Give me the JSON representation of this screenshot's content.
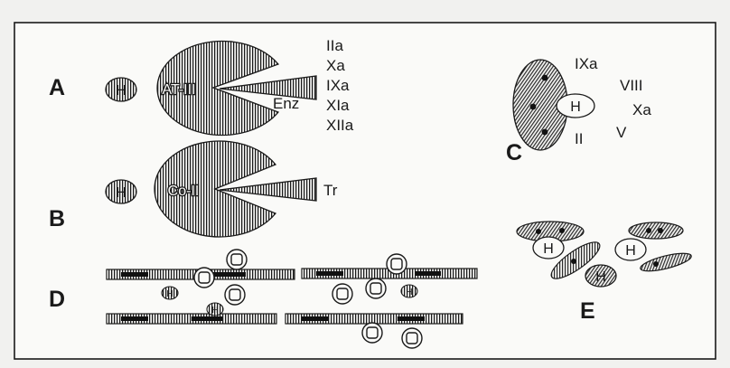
{
  "panels": {
    "A": {
      "letter": "A",
      "heparin": "H",
      "inhibitor": "AT-III",
      "wedge_label": "Enz",
      "enzymes": [
        "IIa",
        "Xa",
        "IXa",
        "XIa",
        "XIIa"
      ]
    },
    "B": {
      "letter": "B",
      "heparin": "H",
      "inhibitor": "Co-II",
      "wedge_label": "Tr"
    },
    "C": {
      "letter": "C",
      "heparin": "H",
      "factors": [
        "IXa",
        "VIII",
        "Xa",
        "V",
        "II"
      ]
    },
    "D": {
      "letter": "D",
      "small_marker": "H"
    },
    "E": {
      "letter": "E",
      "heparin": "H"
    }
  },
  "colors": {
    "ink": "#1a1a1a",
    "paper": "#f1f1ef",
    "panel_bg": "#fafaf8"
  }
}
